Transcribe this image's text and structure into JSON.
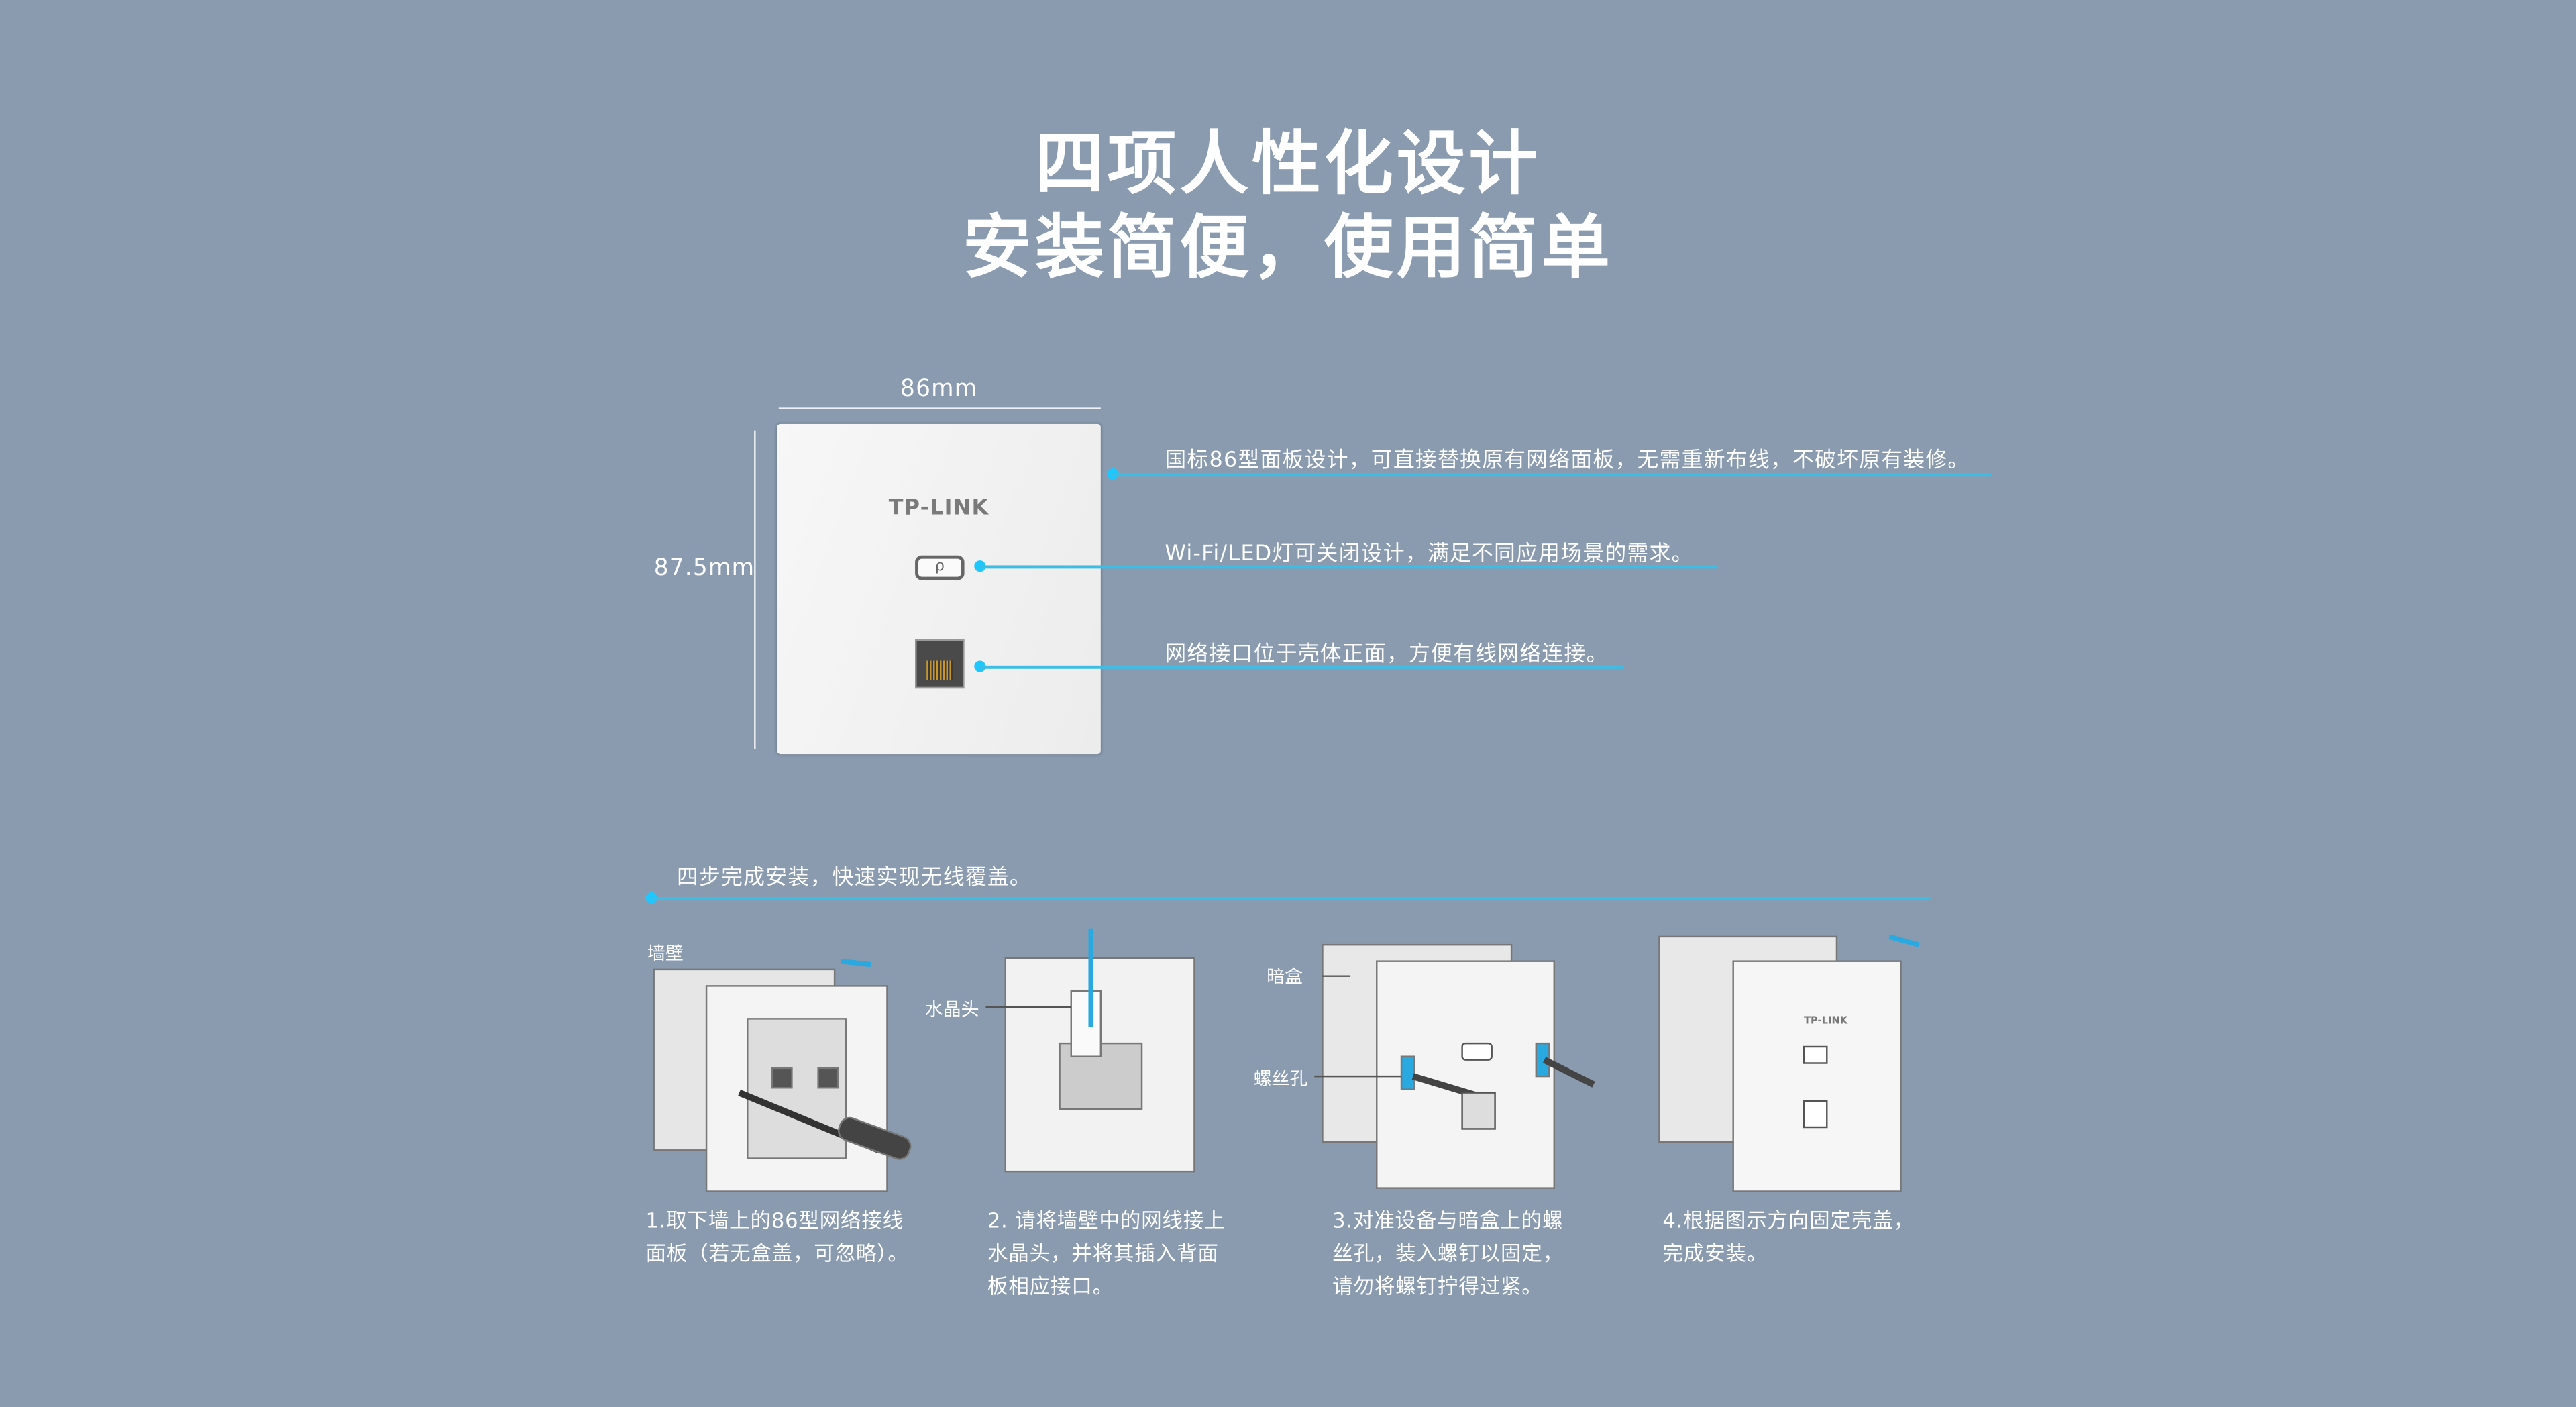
{
  "header": {
    "title_line1": "四项人性化设计",
    "title_line2": "安装简便，使用简单"
  },
  "dimensions": {
    "width": "86mm",
    "height": "87.5mm"
  },
  "device": {
    "brand": "TP-LINK"
  },
  "features": [
    "国标86型面板设计，可直接替换原有网络面板，无需重新布线，不破坏原有装修。",
    "Wi-Fi/LED灯可关闭设计，满足不同应用场景的需求。",
    "网络接口位于壳体正面，方便有线网络连接。"
  ],
  "install": {
    "heading": "四步完成安装，快速实现无线覆盖。",
    "labels": {
      "wall": "墙壁",
      "rj45": "水晶头",
      "box": "暗盒",
      "screw_hole": "螺丝孔"
    },
    "steps": [
      {
        "lines": [
          "1.取下墙上的86型网络接线",
          "面板（若无盒盖，可忽略）。"
        ]
      },
      {
        "lines": [
          "2. 请将墙壁中的网线接上",
          "水晶头，并将其插入背面",
          "板相应接口。"
        ]
      },
      {
        "lines": [
          "3.对准设备与暗盒上的螺",
          "丝孔，装入螺钉以固定，",
          "请勿将螺钉拧得过紧。"
        ]
      },
      {
        "lines": [
          "4.根据图示方向固定壳盖，",
          "完成安装。"
        ]
      }
    ]
  },
  "colors": {
    "background": "#8a9bb0",
    "accent": "#3bbde6"
  }
}
